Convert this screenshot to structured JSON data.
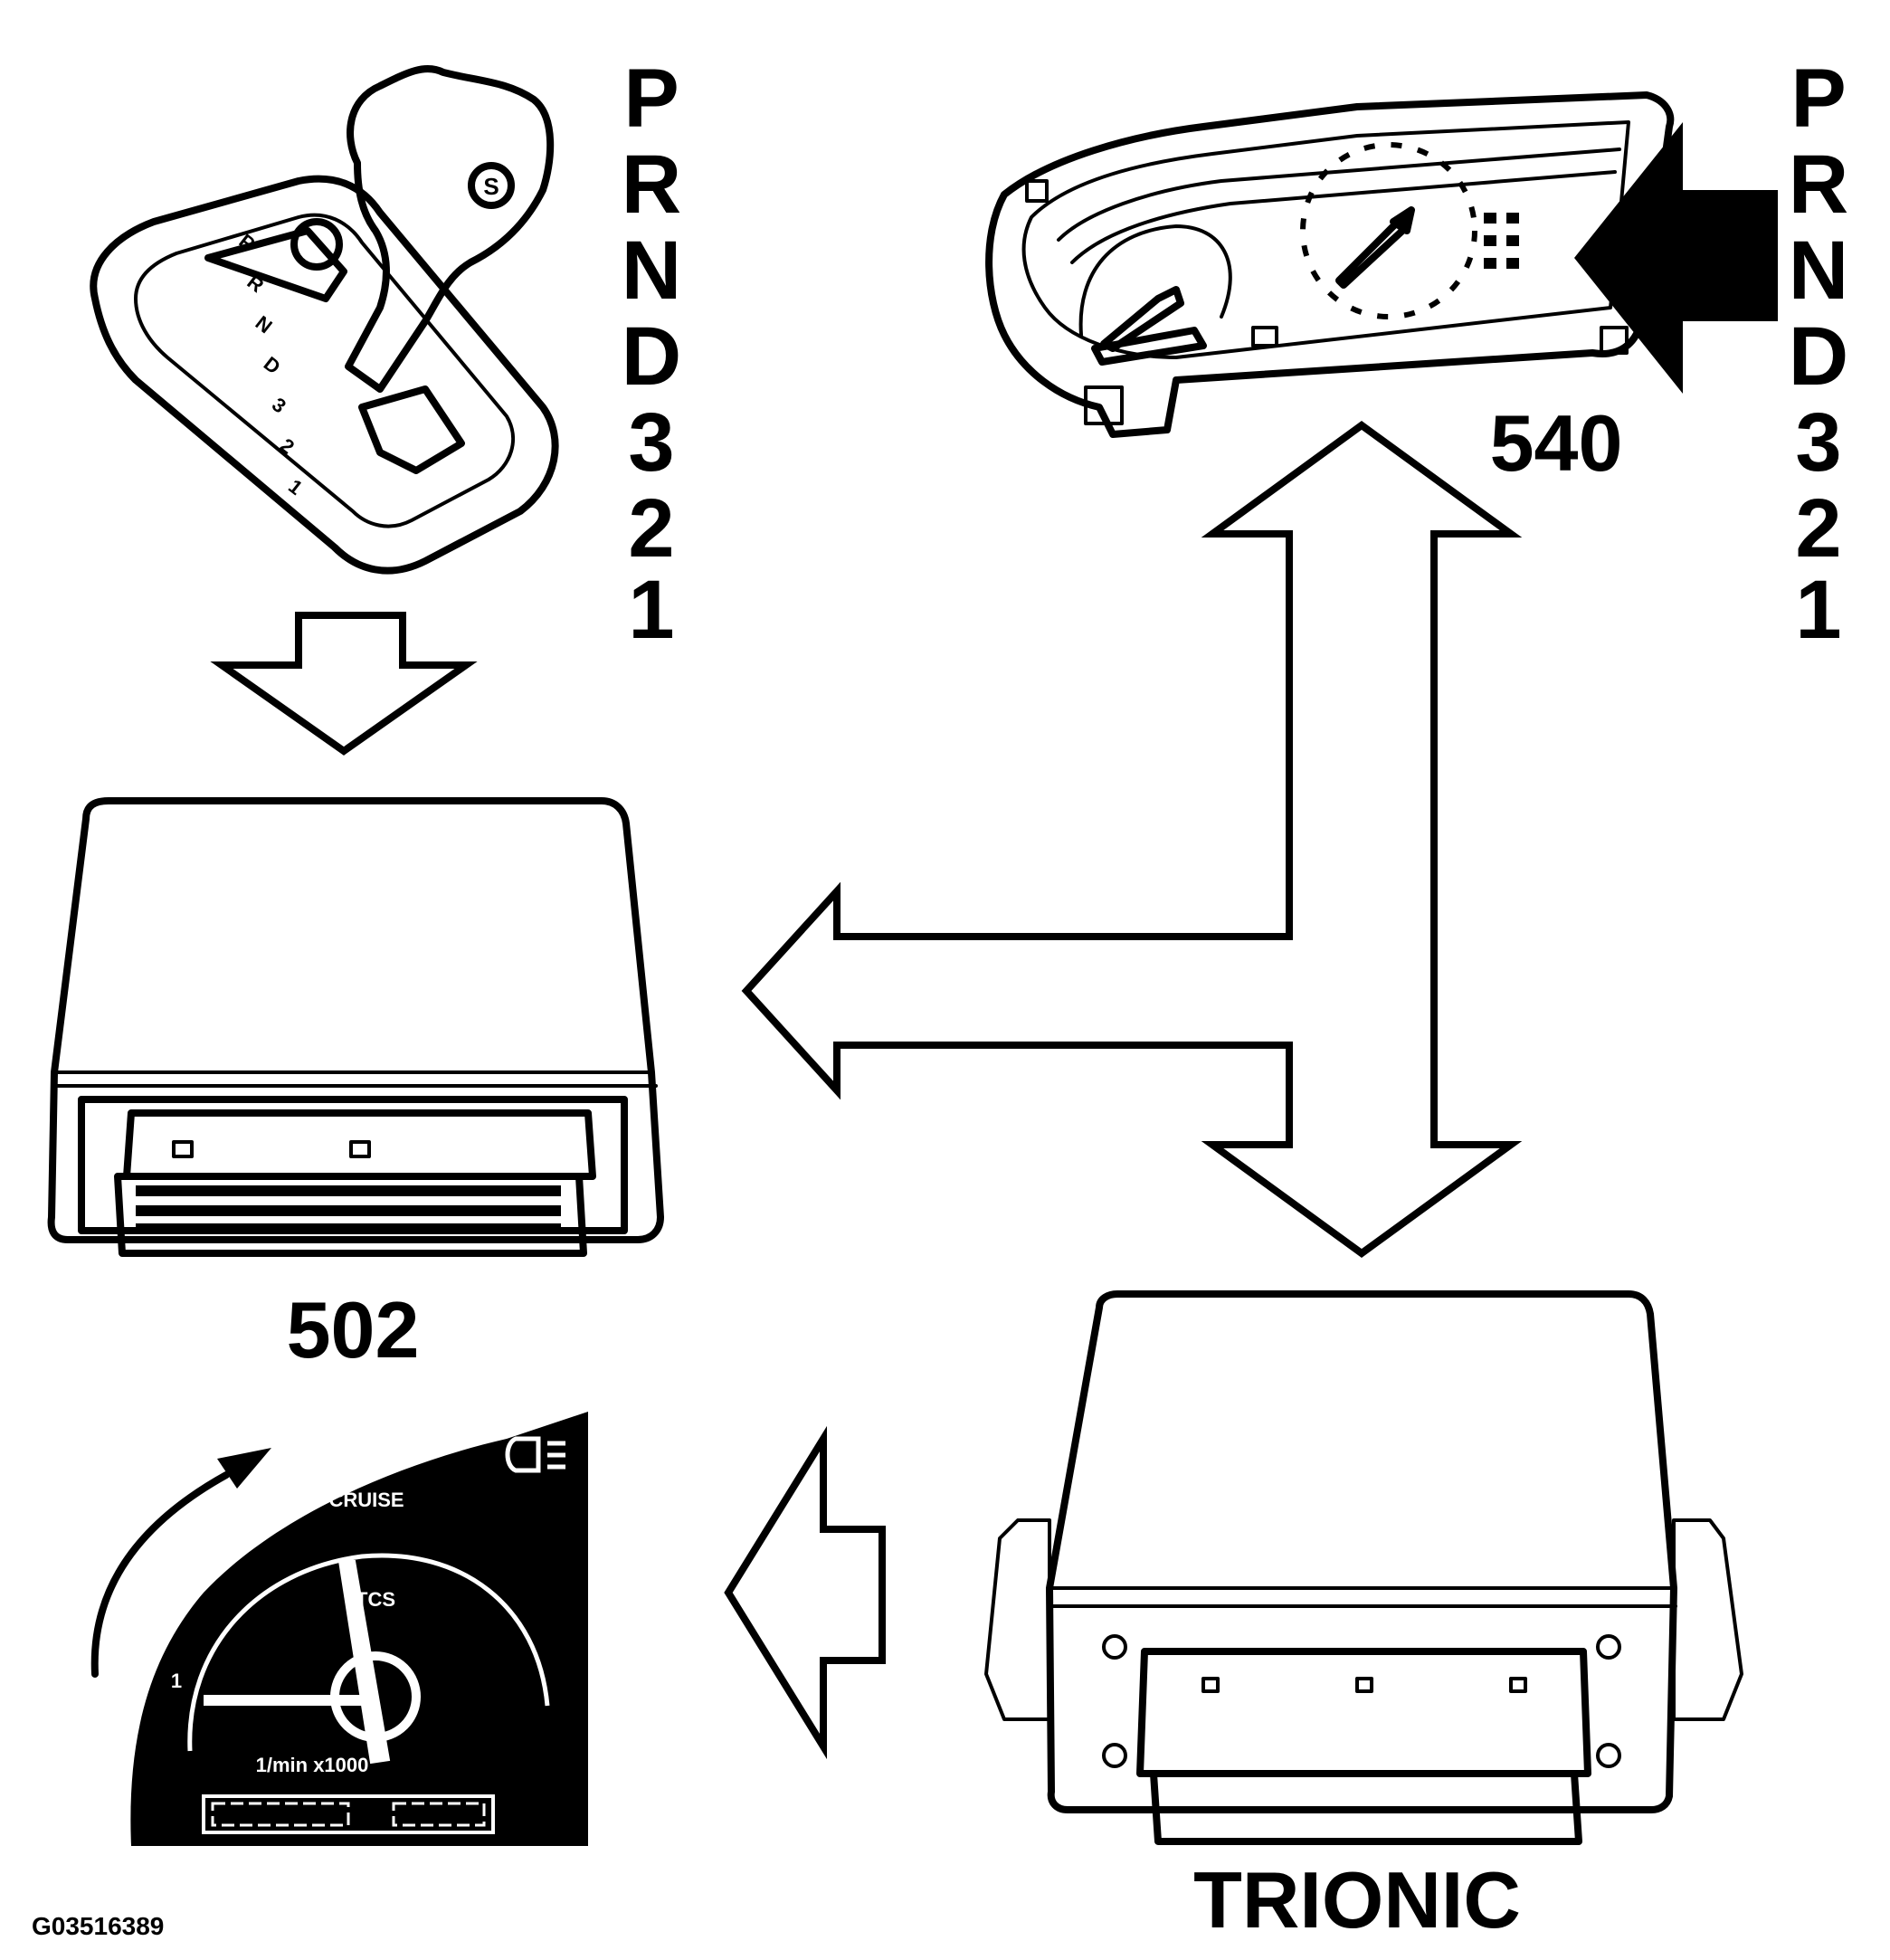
{
  "labels": {
    "gear_sequence": [
      "P",
      "R",
      "N",
      "D",
      "3",
      "2",
      "1"
    ],
    "module_502": "502",
    "cluster_540": "540",
    "module_trionic": "TRIONIC",
    "figure_id": "G03516389",
    "selector_gate": [
      "P",
      "R",
      "N",
      "D",
      "3",
      "2",
      "1"
    ],
    "selector_knob_badge": "S",
    "gauge_cruise": "CRUISE",
    "gauge_tcs": "TCS",
    "gauge_unit": "1/min x1000",
    "gauge_scale_mark": "1"
  }
}
